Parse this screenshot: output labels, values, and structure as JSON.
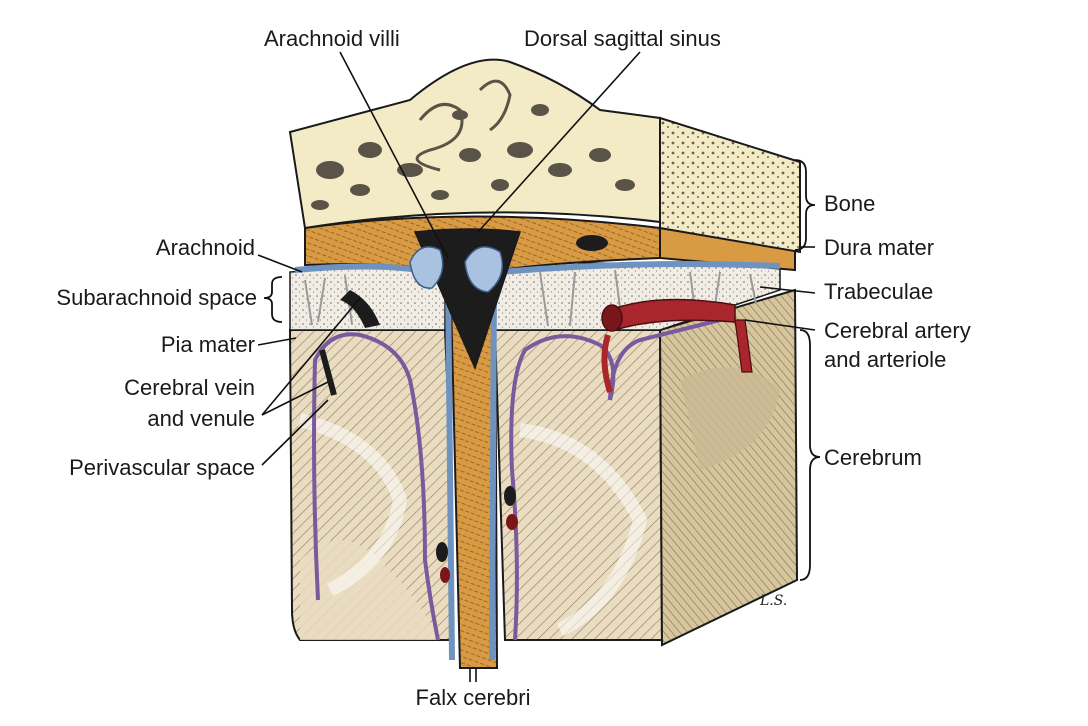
{
  "labels": {
    "arachnoid_villi": "Arachnoid villi",
    "dorsal_sagittal_sinus": "Dorsal sagittal sinus",
    "arachnoid": "Arachnoid",
    "subarachnoid_space": "Subarachnoid space",
    "pia_mater": "Pia mater",
    "cerebral_vein_line1": "Cerebral vein",
    "cerebral_vein_line2": "and venule",
    "perivascular_space": "Perivascular space",
    "bone": "Bone",
    "dura_mater": "Dura mater",
    "trabeculae": "Trabeculae",
    "cerebral_artery_line1": "Cerebral artery",
    "cerebral_artery_line2": "and arteriole",
    "cerebrum": "Cerebrum",
    "falx_cerebri": "Falx cerebri"
  },
  "signature": "L.S.",
  "colors": {
    "bone": "#f3ebc6",
    "bone_pore": "#5a5347",
    "dura": "#d99a44",
    "dura_dark": "#b9772b",
    "arachnoid": "#6e93c0",
    "arachnoid_light": "#a9c2e0",
    "pia": "#7a5a9e",
    "cerebrum": "#e9dcc0",
    "cerebrum_shade": "#c9b893",
    "sinus": "#1c1c1c",
    "artery": "#a8262c",
    "subarachnoid": "#f1ede4"
  }
}
